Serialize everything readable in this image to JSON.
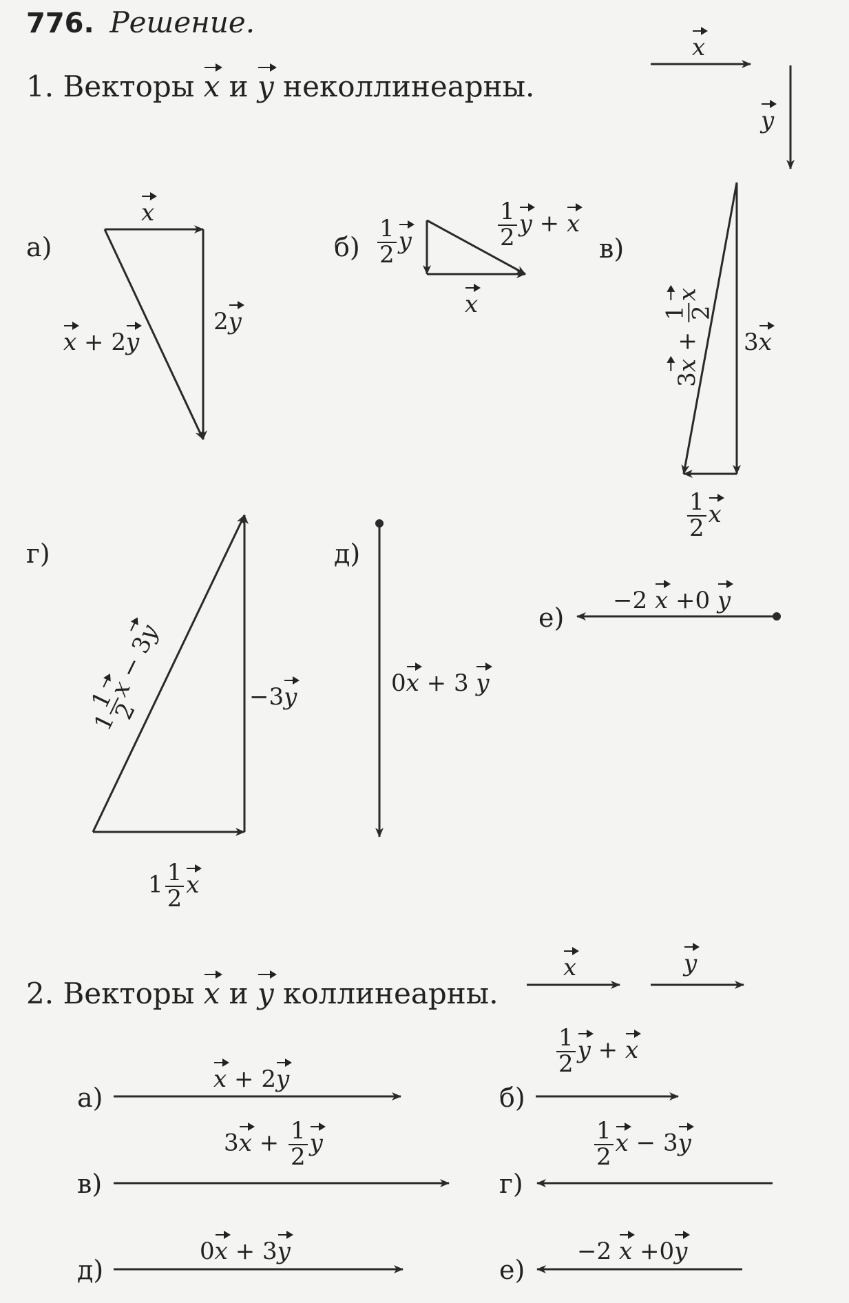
{
  "problem": {
    "number": "776.",
    "title": "Решение."
  },
  "part1": {
    "num": "1.",
    "words": [
      "Векторы",
      "и",
      "неколлинеарны."
    ],
    "vx": "x",
    "vy": "y"
  },
  "part2": {
    "num": "2.",
    "words": [
      "Векторы",
      "и",
      "коллинеарны."
    ]
  },
  "labels": {
    "a": "а)",
    "b": "б)",
    "v": "в)",
    "g": "г)",
    "d": "д)",
    "e": "е)"
  },
  "expr": {
    "half": {
      "num": "1",
      "den": "2"
    },
    "one": "1",
    "two": "2",
    "three": "3",
    "plus": "+",
    "minus": "−",
    "zero": "0",
    "neg2": "−2",
    "neg3": "−3"
  },
  "colors": {
    "ink": "#2a2a2a",
    "paper": "#f4f4f2"
  }
}
